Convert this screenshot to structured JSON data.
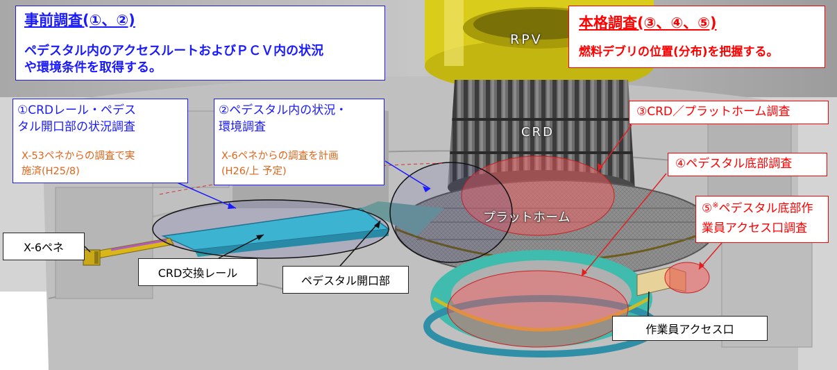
{
  "pre_survey": {
    "title": "事前調査(①、②)",
    "description_line1": "ペデスタル内のアクセスルートおよびＰＣＶ内の状況",
    "description_line2": "や環境条件を取得する。"
  },
  "full_survey": {
    "title": "本格調査(③、④、⑤)",
    "description": "燃料デブリの位置(分布)を把握する。"
  },
  "labels": {
    "rpv": "RPV",
    "crd": "CRD",
    "platform": "プラットホーム"
  },
  "item1": {
    "title_line1": "①CRDレール・ペデス",
    "title_line2": "タル開口部の状況調査",
    "note_line1": "X-53ペネからの調査で実",
    "note_line2": "施済(H25/8)"
  },
  "item2": {
    "title_line1": "②ペデスタル内の状況・",
    "title_line2": "環境調査",
    "note_line1": "X-6ペネからの調査を計画",
    "note_line2": "(H26/上 予定)"
  },
  "item3": {
    "title": "③CRD／プラットホーム調査"
  },
  "item4": {
    "title": "④ペデスタル底部調査"
  },
  "item5": {
    "title_line1_prefix": "⑤",
    "title_line1_mark": "※",
    "title_line1_rest": "ペデスタル底部作",
    "title_line2": "業員アクセス口調査"
  },
  "callouts": {
    "x6_pene": "X-6ペネ",
    "crd_rail": "CRD交換レール",
    "pedestal_opening": "ペデスタル開口部",
    "worker_access": "作業員アクセス口"
  },
  "colors": {
    "blue_text": "#1a1aff",
    "red_text": "#ff0000",
    "orange_note": "#e0651b",
    "rpv_yellow": "#d9cc1a",
    "rail_cyan": "#3fc6d6",
    "red_zone": "#ff5a5a"
  }
}
